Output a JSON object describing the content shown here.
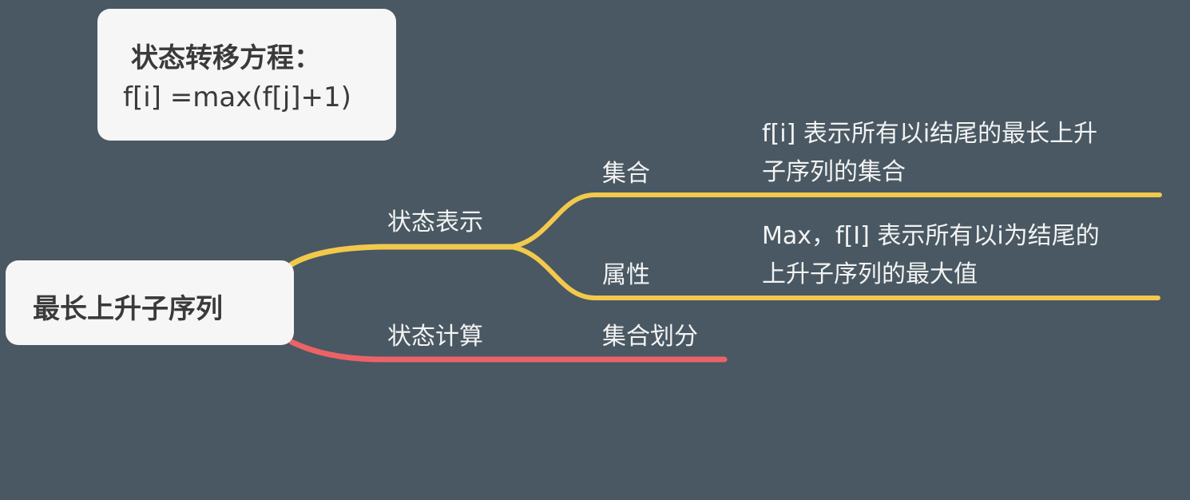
{
  "colors": {
    "background": "#495862",
    "card": "#f6f6f6",
    "branch_yellow": "#f2c94c",
    "branch_red": "#eb6367",
    "text_light": "#f3f3f3",
    "text_dark": "#3a3a3a"
  },
  "formula": {
    "title": "状态转移方程：",
    "expr": "f[i] =max(f[j]+1)"
  },
  "root": {
    "label": "最长上升子序列"
  },
  "branches": {
    "state_repr": {
      "label": "状态表示",
      "children": {
        "set": {
          "label": "集合",
          "desc_line1": "f[i] 表示所有以i结尾的最长上升",
          "desc_line2": "子序列的集合"
        },
        "attr": {
          "label": "属性",
          "desc_line1": "Max，f[I] 表示所有以i为结尾的",
          "desc_line2": "上升子序列的最大值"
        }
      }
    },
    "state_calc": {
      "label": "状态计算",
      "children": {
        "partition": {
          "label": "集合划分"
        }
      }
    }
  }
}
